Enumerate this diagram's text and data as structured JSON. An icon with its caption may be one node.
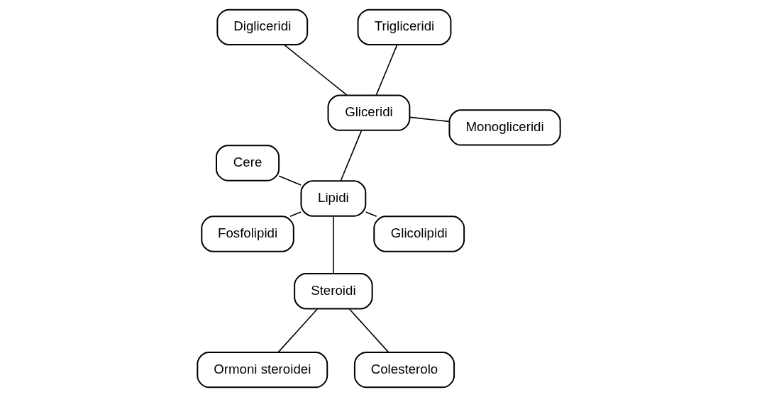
{
  "diagram": {
    "nodes": [
      {
        "text": [
          "Lipidi"
        ]
      },
      {
        "text": [
          "Gliceridi"
        ]
      },
      {
        "text": [
          "Monogliceridi"
        ]
      },
      {
        "text": [
          "Trigliceridi"
        ]
      },
      {
        "text": [
          "Digliceridi"
        ]
      },
      {
        "text": [
          "Cere"
        ]
      },
      {
        "text": [
          "Fosfolipidi"
        ]
      },
      {
        "text": [
          "Steroidi"
        ]
      },
      {
        "text": [
          "Ormoni steroidei"
        ]
      },
      {
        "text": [
          "Colesterolo"
        ]
      },
      {
        "text": [
          "Glicolipidi"
        ]
      }
    ],
    "edges": [
      {
        "from": 0,
        "to": 1,
        "arrow": "none"
      },
      {
        "from": 1,
        "to": 2,
        "arrow": "none"
      },
      {
        "from": 1,
        "to": 3,
        "arrow": "none"
      },
      {
        "from": 1,
        "to": 4,
        "arrow": "none"
      },
      {
        "from": 0,
        "to": 5,
        "arrow": "none"
      },
      {
        "from": 0,
        "to": 6,
        "arrow": "none"
      },
      {
        "from": 0,
        "to": 7,
        "arrow": "none"
      },
      {
        "from": 7,
        "to": 8,
        "arrow": "none"
      },
      {
        "from": 7,
        "to": 9,
        "arrow": "none"
      },
      {
        "from": 0,
        "to": 10,
        "arrow": "none"
      }
    ]
  }
}
